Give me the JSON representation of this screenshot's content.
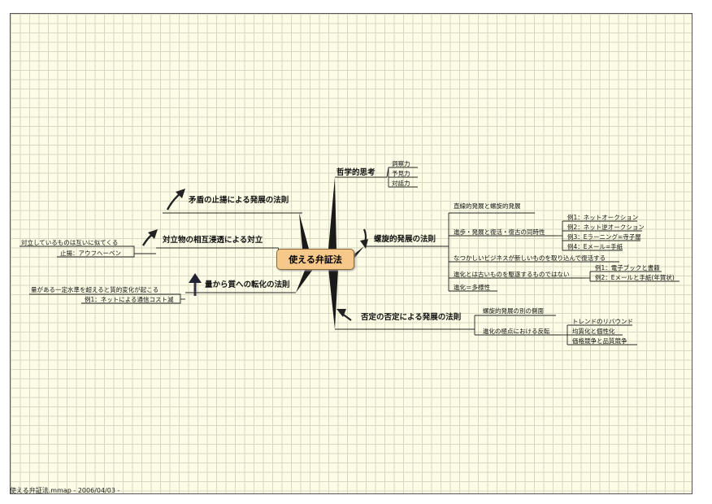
{
  "map": {
    "center": "使える弁証法",
    "footer": "使える弁証法.mmap - 2006/04/03 -",
    "left": [
      {
        "label": "矛盾の止揚による発展の法則",
        "children": []
      },
      {
        "label": "対立物の相互浸透による対立",
        "children": [
          "対立しているものは互いに似てくる",
          "止揚：アウフヘーベン"
        ]
      },
      {
        "label": "量から質への転化の法則",
        "children": [
          "量がある一定水準を超えると質的変化が起こる",
          "例1：ネットによる通信コスト減"
        ]
      }
    ],
    "right": [
      {
        "label": "哲学的思考",
        "children": [
          "洞察力",
          "予見力",
          "対話力"
        ]
      },
      {
        "label": "螺旋的発展の法則",
        "children": [
          {
            "label": "直線的発展と螺旋的発展"
          },
          {
            "label": "進歩・発展と復活・復古の同時性",
            "children": [
              "例1：ネットオークション",
              "例2：ネット逆オークション",
              "例3：Eラーニング=寺子屋",
              "例4：Eメール=手紙"
            ]
          },
          {
            "label": "なつかしいビジネスが新しいものを取り込んで復活する"
          },
          {
            "label": "進化とは古いものを駆逐するものではない",
            "children": [
              "例1：電子ブックと書籍",
              "例2：Eメールと手紙(年賀状)"
            ]
          },
          {
            "label": "進化＝多様性"
          }
        ]
      },
      {
        "label": "否定の否定による発展の法則",
        "children": [
          {
            "label": "螺旋的発展の別の側面"
          },
          {
            "label": "進化の極点における反転",
            "children": [
              "トレンドのリバウンド",
              "均質化と個性化",
              "価格競争と品質競争"
            ]
          }
        ]
      }
    ]
  }
}
